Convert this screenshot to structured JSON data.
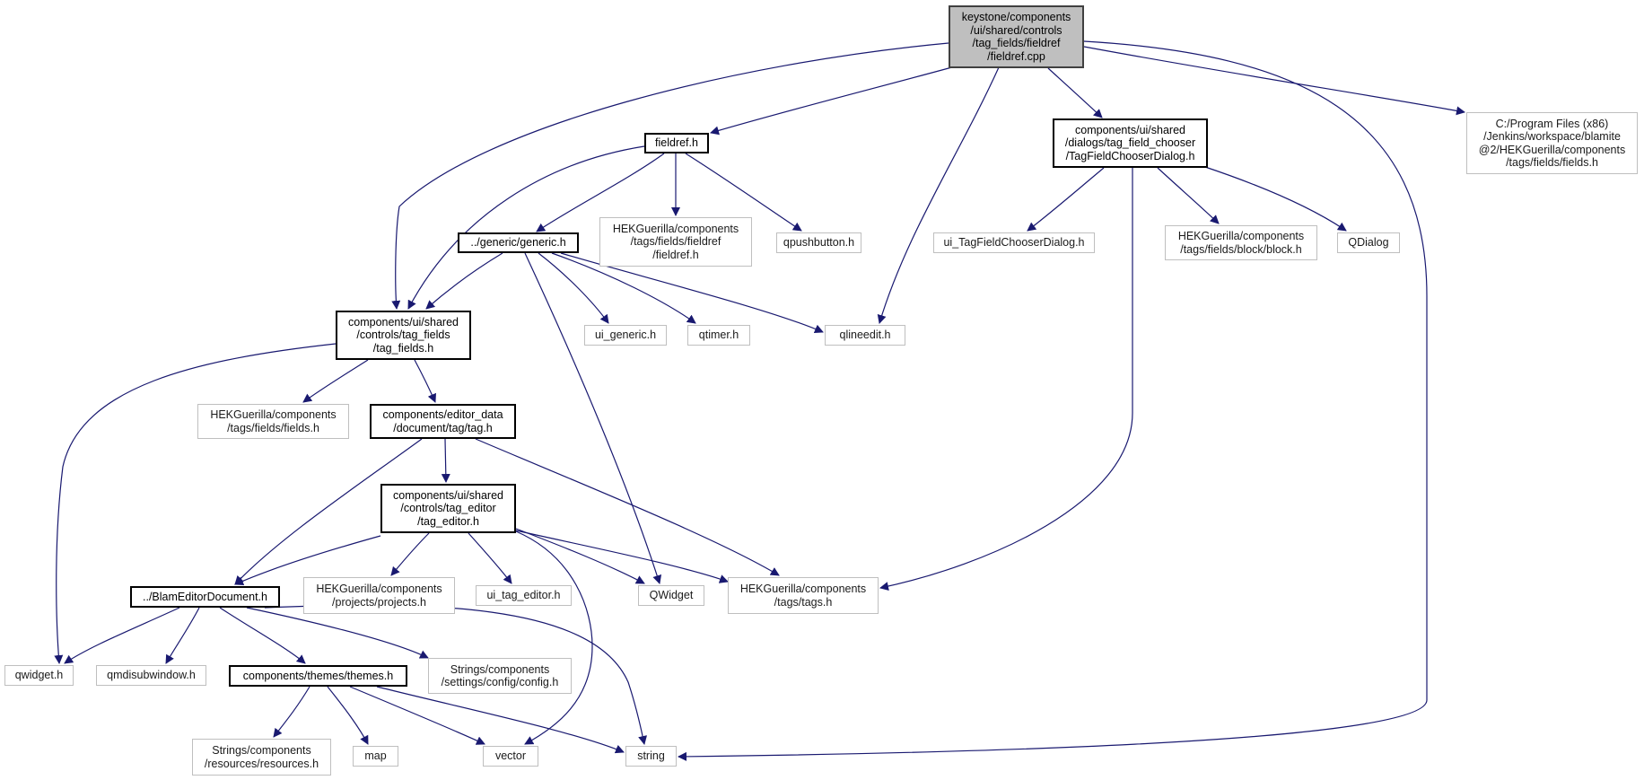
{
  "nodes": {
    "fieldref_cpp": "keystone/components\n/ui/shared/controls\n/tag_fields/fieldref\n/fieldref.cpp",
    "fieldref_h": "fieldref.h",
    "tag_field_chooser_dialog_h": "components/ui/shared\n/dialogs/tag_field_chooser\n/TagFieldChooserDialog.h",
    "program_files_fields_h": "C:/Program Files (x86)\n/Jenkins/workspace/blamite\n@2/HEKGuerilla/components\n/tags/fields/fields.h",
    "generic_h": "../generic/generic.h",
    "hek_fieldref_h": "HEKGuerilla/components\n/tags/fields/fieldref\n/fieldref.h",
    "qpushbutton_h": "qpushbutton.h",
    "ui_tagfieldchooserdialog_h": "ui_TagFieldChooserDialog.h",
    "hek_block_h": "HEKGuerilla/components\n/tags/fields/block/block.h",
    "qdialog": "QDialog",
    "tag_fields_h": "components/ui/shared\n/controls/tag_fields\n/tag_fields.h",
    "ui_generic_h": "ui_generic.h",
    "qtimer_h": "qtimer.h",
    "qlineedit_h": "qlineedit.h",
    "hek_fields_h": "HEKGuerilla/components\n/tags/fields/fields.h",
    "tag_h": "components/editor_data\n/document/tag/tag.h",
    "tag_editor_h": "components/ui/shared\n/controls/tag_editor\n/tag_editor.h",
    "blam_editor_document_h": "../BlamEditorDocument.h",
    "hek_projects_h": "HEKGuerilla/components\n/projects/projects.h",
    "ui_tag_editor_h": "ui_tag_editor.h",
    "qwidget_class": "QWidget",
    "hek_tags_h": "HEKGuerilla/components\n/tags/tags.h",
    "qwidget_h": "qwidget.h",
    "qmdisubwindow_h": "qmdisubwindow.h",
    "themes_h": "components/themes/themes.h",
    "config_h": "Strings/components\n/settings/config/config.h",
    "resources_h": "Strings/components\n/resources/resources.h",
    "map": "map",
    "vector": "vector",
    "string": "string"
  },
  "colors": {
    "edge": "#191970",
    "root_fill": "#bfbfbf",
    "documented_border": "#000000",
    "external_border": "#bfbfbf"
  }
}
